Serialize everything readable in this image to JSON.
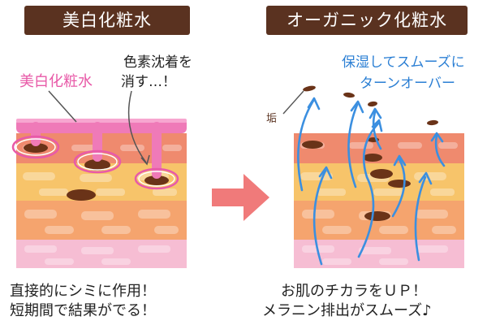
{
  "left_panel": {
    "title": "美白化粧水",
    "label_whitening": "美白化粧水",
    "annotation_line1": "色素沈着を",
    "annotation_line2": "消す…！",
    "caption_line1": "直接的にシミに作用！",
    "caption_line2": "短期間で結果がでる！"
  },
  "right_panel": {
    "title": "オーガニック化粧水",
    "annotation_line1": "保湿してスムーズに",
    "annotation_line2": "ターンオーバー",
    "label_stain": "垢",
    "caption_line1": "お肌のチカラをＵＰ！",
    "caption_line2": "メラニン排出がスムーズ♪"
  },
  "colors": {
    "title_bg": "#5a3220",
    "pink": "#e85aa8",
    "arrow_blue": "#3b8fe0",
    "big_arrow": "#f07a7a",
    "melanin": "#6a3318"
  }
}
